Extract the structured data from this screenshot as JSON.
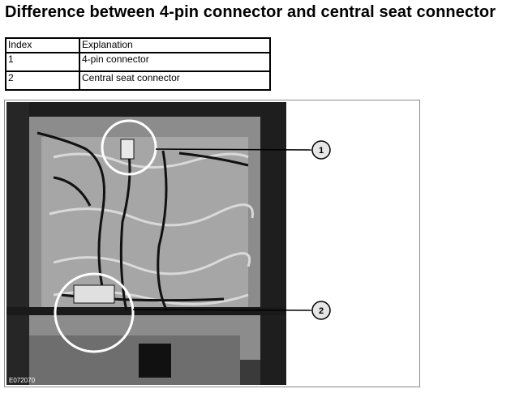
{
  "title": "Difference between 4-pin connector and central seat connector",
  "legend_table": {
    "headers": [
      "Index",
      "Explanation"
    ],
    "rows": [
      {
        "index": "1",
        "explanation": "4-pin connector"
      },
      {
        "index": "2",
        "explanation": "Central seat connector"
      }
    ]
  },
  "figure": {
    "callouts": [
      "1",
      "2"
    ],
    "image_code": "E072070"
  }
}
